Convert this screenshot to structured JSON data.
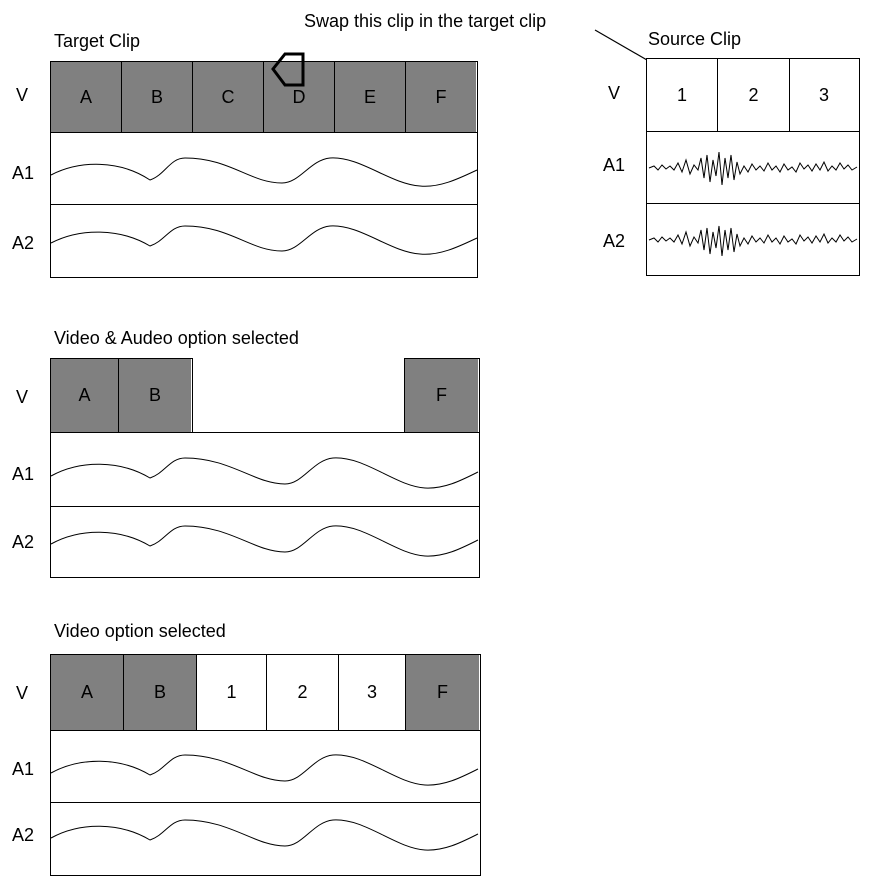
{
  "annotation": "Swap this clip in the target clip",
  "track_labels": {
    "video": "V",
    "audio1": "A1",
    "audio2": "A2"
  },
  "target": {
    "title": "Target Clip",
    "clips": [
      "A",
      "B",
      "C",
      "D",
      "E",
      "F"
    ]
  },
  "source": {
    "title": "Source Clip",
    "clips": [
      "1",
      "2",
      "3"
    ]
  },
  "video_audio": {
    "title": "Video & Audeo option selected",
    "clips_left": [
      "A",
      "B"
    ],
    "clips_right": [
      "F"
    ]
  },
  "video_only": {
    "title": "Video option selected",
    "clips": [
      "A",
      "B",
      "1",
      "2",
      "3",
      "F"
    ]
  },
  "colors": {
    "clip_fill": "#808080",
    "swapped_fill": "#ffffff",
    "line": "#000000"
  }
}
